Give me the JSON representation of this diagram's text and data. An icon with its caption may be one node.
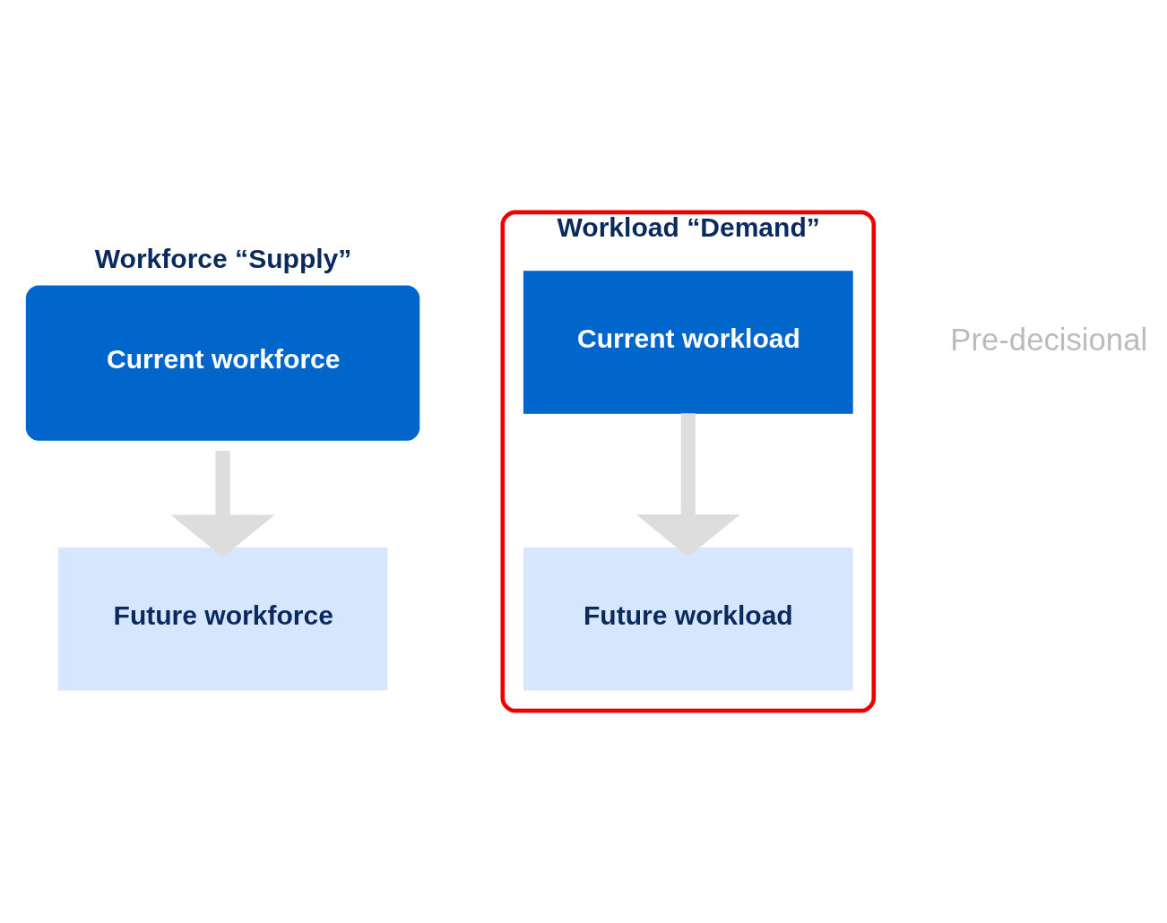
{
  "diagram": {
    "nodes": [
      {
        "text": [
          "Workforce “Supply”",
          "Current workforce"
        ]
      },
      {
        "text": [
          "Future workforce"
        ]
      },
      {
        "text": [
          "Workload “Demand”"
        ]
      },
      {
        "text": [
          "Current workload"
        ],
        "in": 2
      },
      {
        "text": [
          "Future workload"
        ],
        "in": 2
      }
    ],
    "edges": [
      {
        "from": 0,
        "to": 1,
        "arrow": "to"
      },
      {
        "from": 3,
        "to": 4,
        "arrow": "to"
      }
    ],
    "labels": [
      "Pre-decisional"
    ]
  }
}
